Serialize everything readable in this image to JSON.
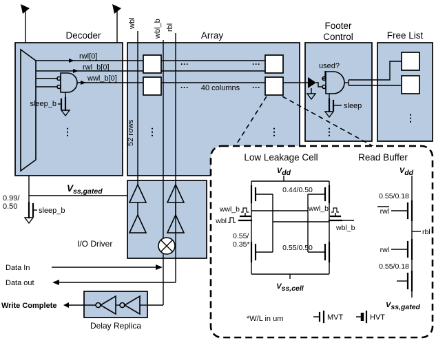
{
  "colors": {
    "block_fill": "#b8cbe0",
    "cell_fill": "#ffffff",
    "line": "#000000",
    "background": "#ffffff"
  },
  "blocks": {
    "decoder": {
      "title": "Decoder",
      "rwl0": "rwl[0]",
      "rwl_b0": "rwl_b[0]",
      "wwl_b0": "wwl_b[0]",
      "sleep_b": "sleep_b"
    },
    "bitlines": {
      "wbl": "wbl",
      "wbl_b": "wbl_b",
      "rbl": "rbl"
    },
    "array": {
      "title": "Array",
      "columns": "40 columns",
      "rows": "52 rows"
    },
    "footer_control": {
      "title_line1": "Footer",
      "title_line2": "Control",
      "used": "used?",
      "sleep": "sleep"
    },
    "free_list": {
      "title": "Free List"
    },
    "io_driver": {
      "title": "I/O Driver",
      "vss_gated_base": "V",
      "vss_gated_sub": "ss,gated",
      "sleep_size_1": "0.99/",
      "sleep_size_2": "0.50",
      "sleep_b": "sleep_b",
      "data_in": "Data In",
      "data_out": "Data out",
      "write_complete": "Write Complete"
    },
    "delay_replica": {
      "title": "Delay Replica"
    }
  },
  "inset": {
    "cell": {
      "title": "Low Leakage Cell",
      "vdd_base": "V",
      "vdd_sub": "dd",
      "wwl_b_left": "wwl_b",
      "wwl_b_right": "wwl_b",
      "wbl": "wbl",
      "wbl_b": "wbl_b",
      "size_pullup": "0.44/0.50",
      "size_pass_1": "0.55/",
      "size_pass_2": "0.35*",
      "size_pulldown": "0.55/0.50",
      "vss_base": "V",
      "vss_sub": "ss,cell"
    },
    "read_buffer": {
      "title": "Read Buffer",
      "vdd_base": "V",
      "vdd_sub": "dd",
      "size_top": "0.55/0.18",
      "rwl_bar": "rwl",
      "rbl": "rbl",
      "rwl": "rwl",
      "size_bottom": "0.55/0.18",
      "vss_base": "V",
      "vss_sub": "ss,gated"
    },
    "legend": {
      "note": "*W/L in um",
      "mvt": "MVT",
      "hvt": "HVT"
    }
  },
  "dots": {
    "vertical": "⋮",
    "horizontal": "···"
  }
}
